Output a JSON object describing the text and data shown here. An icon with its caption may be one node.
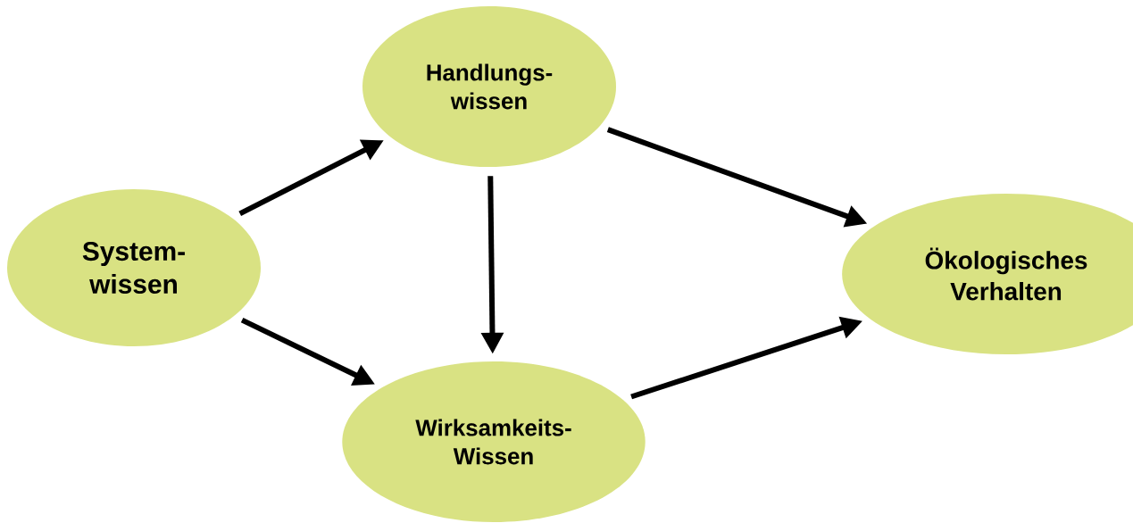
{
  "diagram": {
    "nodes": [
      {
        "text": [
          "System- wissen"
        ]
      },
      {
        "text": [
          "Handlungs- wissen"
        ]
      },
      {
        "text": [
          "Wirksamkeits- Wissen"
        ]
      },
      {
        "text": [
          "Ökologisches Verhalten"
        ]
      }
    ],
    "edges": [
      {
        "from": 0,
        "to": 1,
        "arrow": "to"
      },
      {
        "from": 0,
        "to": 2,
        "arrow": "to"
      },
      {
        "from": 1,
        "to": 2,
        "arrow": "to"
      },
      {
        "from": 1,
        "to": 3,
        "arrow": "to"
      },
      {
        "from": 2,
        "to": 3,
        "arrow": "to"
      }
    ]
  }
}
